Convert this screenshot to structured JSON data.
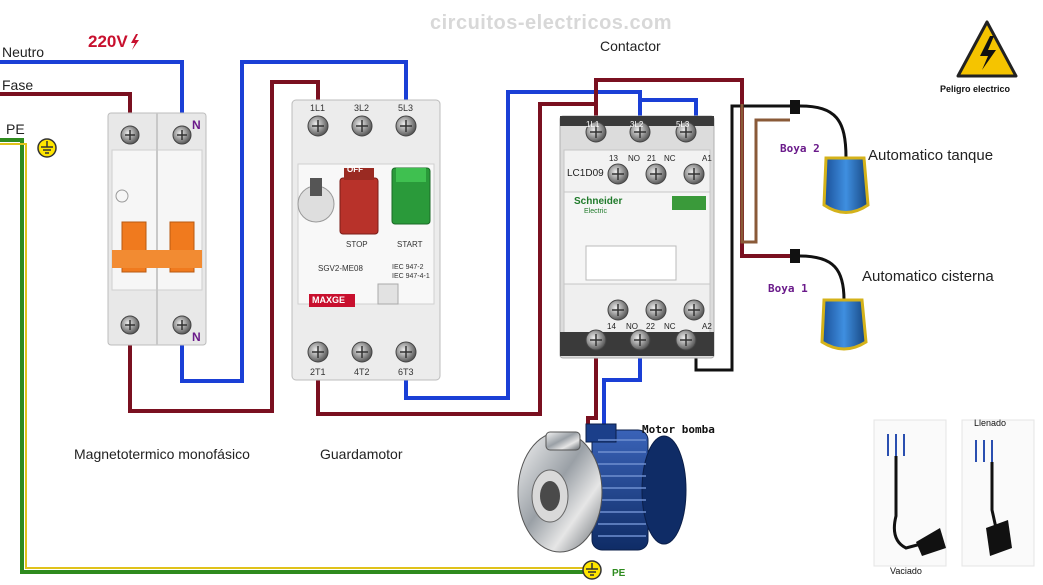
{
  "watermark": "circuitos-electricos.com",
  "supply": {
    "neutro": "Neutro",
    "fase": "Fase",
    "pe": "PE",
    "voltage": "220V"
  },
  "labels": {
    "contactor": "Contactor",
    "peligro": "Peligro electrico",
    "boya2": "Boya 2",
    "boya1": "Boya 1",
    "automatico_tanque": "Automatico tanque",
    "automatico_cisterna": "Automatico cisterna",
    "magnetotermico": "Magnetotermico monofásico",
    "guardamotor": "Guardamotor",
    "motor_bomba": "Motor bomba",
    "pe_motor": "PE"
  },
  "breaker": {
    "n_top": "N",
    "n_bottom": "N"
  },
  "guardamotor": {
    "top_terminals": [
      "1L1",
      "3L2",
      "5L3"
    ],
    "bottom_terminals": [
      "2T1",
      "4T2",
      "6T3"
    ],
    "off": "OFF",
    "stop": "STOP",
    "start": "START",
    "model": "SGV2-ME08",
    "brand": "MAXGE",
    "iec1": "IEC 947-2",
    "iec2": "IEC 947-4-1"
  },
  "contactor": {
    "top_terminals": [
      "1L1",
      "3L2",
      "5L3"
    ],
    "aux_top": [
      "13",
      "NO",
      "21",
      "NC",
      "A1"
    ],
    "aux_bottom": [
      "14",
      "NO",
      "22",
      "NC",
      "A2"
    ],
    "model": "LC1D09",
    "brand": "Schneider",
    "brand_sub": "Electric"
  },
  "float_legend": {
    "llenado": "Llenado",
    "vaciado": "Vaciado"
  },
  "colors": {
    "neutro": "#1a3fd6",
    "fase": "#7a1020",
    "pe": "#2e8b1e",
    "accent_red": "#c8102e",
    "orange": "#f07a1e",
    "green_button": "#2a9a3a",
    "stop_button": "#b8322a",
    "label_purple": "#6a1a8a",
    "float_blue": "#1f5fb0",
    "warning_yellow": "#f5c400"
  },
  "icons": [
    "warning-triangle-icon",
    "ground-icon",
    "lightning-icon"
  ]
}
